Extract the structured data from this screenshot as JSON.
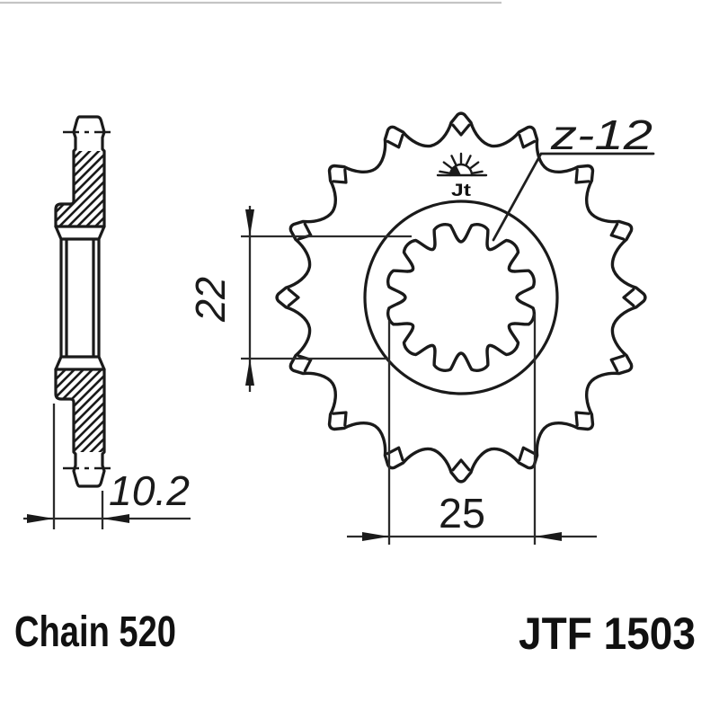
{
  "page": {
    "background": "#ffffff",
    "top_border_color": "#c4c4c4"
  },
  "drawing": {
    "type": "technical-diagram",
    "subject": "front chain sprocket, side section view and front view",
    "line_color": "#1a1a1a",
    "annotations": {
      "teeth_label": "z-12"
    },
    "dimensions": {
      "hub_width": "10.2",
      "tooth_span": "22",
      "spline_bore": "25"
    },
    "logo": {
      "text": "Jt",
      "symbol": "rising-sun"
    }
  },
  "footer": {
    "chain_label": "Chain 520",
    "part_number": "JTF 1503"
  }
}
